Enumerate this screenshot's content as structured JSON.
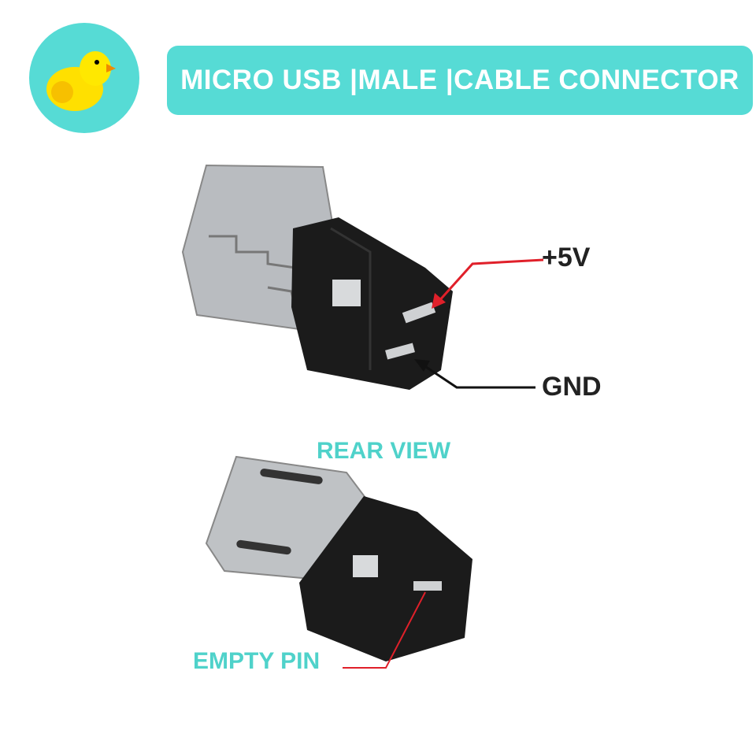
{
  "header": {
    "title": "MICRO USB |MALE |CABLE CONNECTOR",
    "logo": "rubber-duck"
  },
  "top_image": {
    "labels": {
      "power": "+5V",
      "ground": "GND"
    },
    "caption": "REAR VIEW"
  },
  "bottom_image": {
    "labels": {
      "empty": "EMPTY PIN"
    }
  },
  "colors": {
    "accent": "#56dbd5",
    "caption": "#4fd2ca",
    "power_arrow": "#e0202a",
    "ground_arrow": "#111111"
  }
}
